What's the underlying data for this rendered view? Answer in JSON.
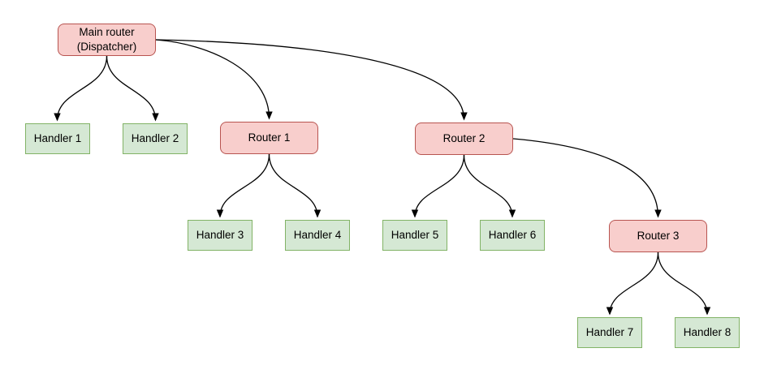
{
  "diagram": {
    "type": "flowchart-tree",
    "nodes": [
      {
        "id": "main-router",
        "label": "Main router\n(Dispatcher)",
        "type": "router"
      },
      {
        "id": "handler-1",
        "label": "Handler 1",
        "type": "handler"
      },
      {
        "id": "handler-2",
        "label": "Handler 2",
        "type": "handler"
      },
      {
        "id": "router-1",
        "label": "Router 1",
        "type": "router"
      },
      {
        "id": "router-2",
        "label": "Router 2",
        "type": "router"
      },
      {
        "id": "handler-3",
        "label": "Handler 3",
        "type": "handler"
      },
      {
        "id": "handler-4",
        "label": "Handler 4",
        "type": "handler"
      },
      {
        "id": "handler-5",
        "label": "Handler 5",
        "type": "handler"
      },
      {
        "id": "handler-6",
        "label": "Handler 6",
        "type": "handler"
      },
      {
        "id": "router-3",
        "label": "Router 3",
        "type": "router"
      },
      {
        "id": "handler-7",
        "label": "Handler 7",
        "type": "handler"
      },
      {
        "id": "handler-8",
        "label": "Handler 8",
        "type": "handler"
      }
    ],
    "edges": [
      {
        "from": "main-router",
        "to": "handler-1"
      },
      {
        "from": "main-router",
        "to": "handler-2"
      },
      {
        "from": "main-router",
        "to": "router-1"
      },
      {
        "from": "main-router",
        "to": "router-2"
      },
      {
        "from": "router-1",
        "to": "handler-3"
      },
      {
        "from": "router-1",
        "to": "handler-4"
      },
      {
        "from": "router-2",
        "to": "handler-5"
      },
      {
        "from": "router-2",
        "to": "handler-6"
      },
      {
        "from": "router-2",
        "to": "router-3"
      },
      {
        "from": "router-3",
        "to": "handler-7"
      },
      {
        "from": "router-3",
        "to": "handler-8"
      }
    ],
    "colors": {
      "router_fill": "#f8cecc",
      "router_stroke": "#b85450",
      "handler_fill": "#d5e8d4",
      "handler_stroke": "#82b366",
      "edge": "#000000",
      "background": "#ffffff"
    }
  }
}
